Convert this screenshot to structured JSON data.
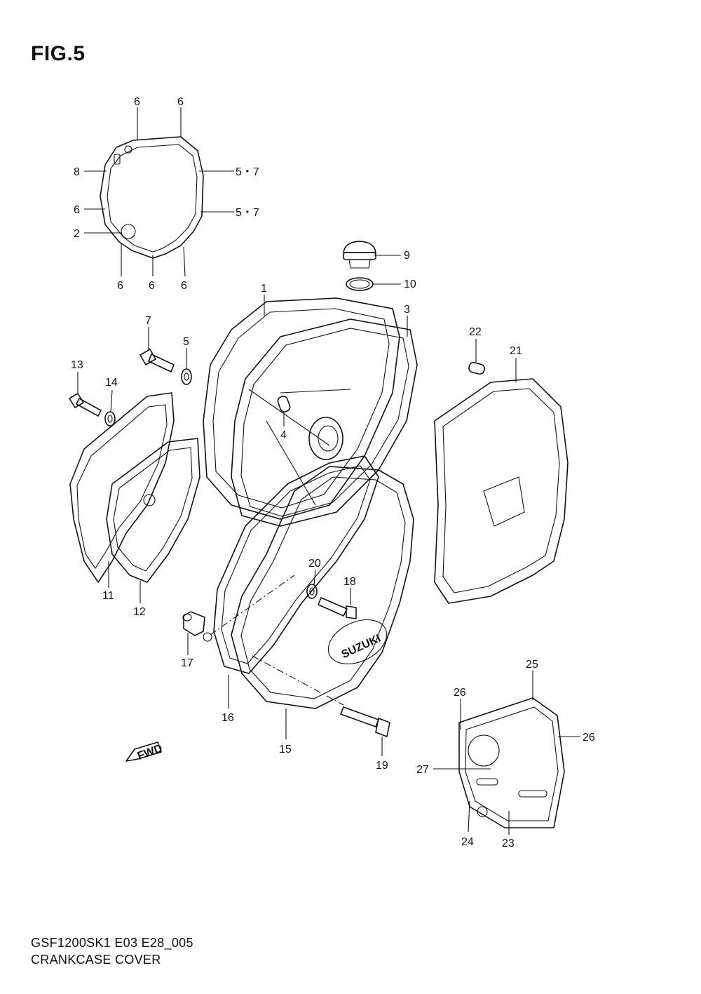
{
  "figure": {
    "title": "FIG.5"
  },
  "footer": {
    "model_code": "GSF1200SK1  E03  E28_005",
    "section_name": "CRANKCASE COVER"
  },
  "fwd_marker": {
    "label": "FWD"
  },
  "logo": {
    "text": "SUZUKI"
  },
  "callouts": {
    "c1": "1",
    "c2": "2",
    "c3": "3",
    "c4": "4",
    "c5": "5",
    "c57a": "5・7",
    "c57b": "5・7",
    "c6a": "6",
    "c6b": "6",
    "c6c": "6",
    "c6d": "6",
    "c6e": "6",
    "c6f": "6",
    "c7": "7",
    "c8": "8",
    "c9": "9",
    "c10": "10",
    "c11": "11",
    "c12": "12",
    "c13": "13",
    "c14": "14",
    "c15": "15",
    "c16": "16",
    "c17": "17",
    "c18": "18",
    "c19": "19",
    "c20": "20",
    "c21": "21",
    "c22": "22",
    "c23": "23",
    "c24": "24",
    "c25": "25",
    "c26a": "26",
    "c26b": "26",
    "c27": "27"
  }
}
